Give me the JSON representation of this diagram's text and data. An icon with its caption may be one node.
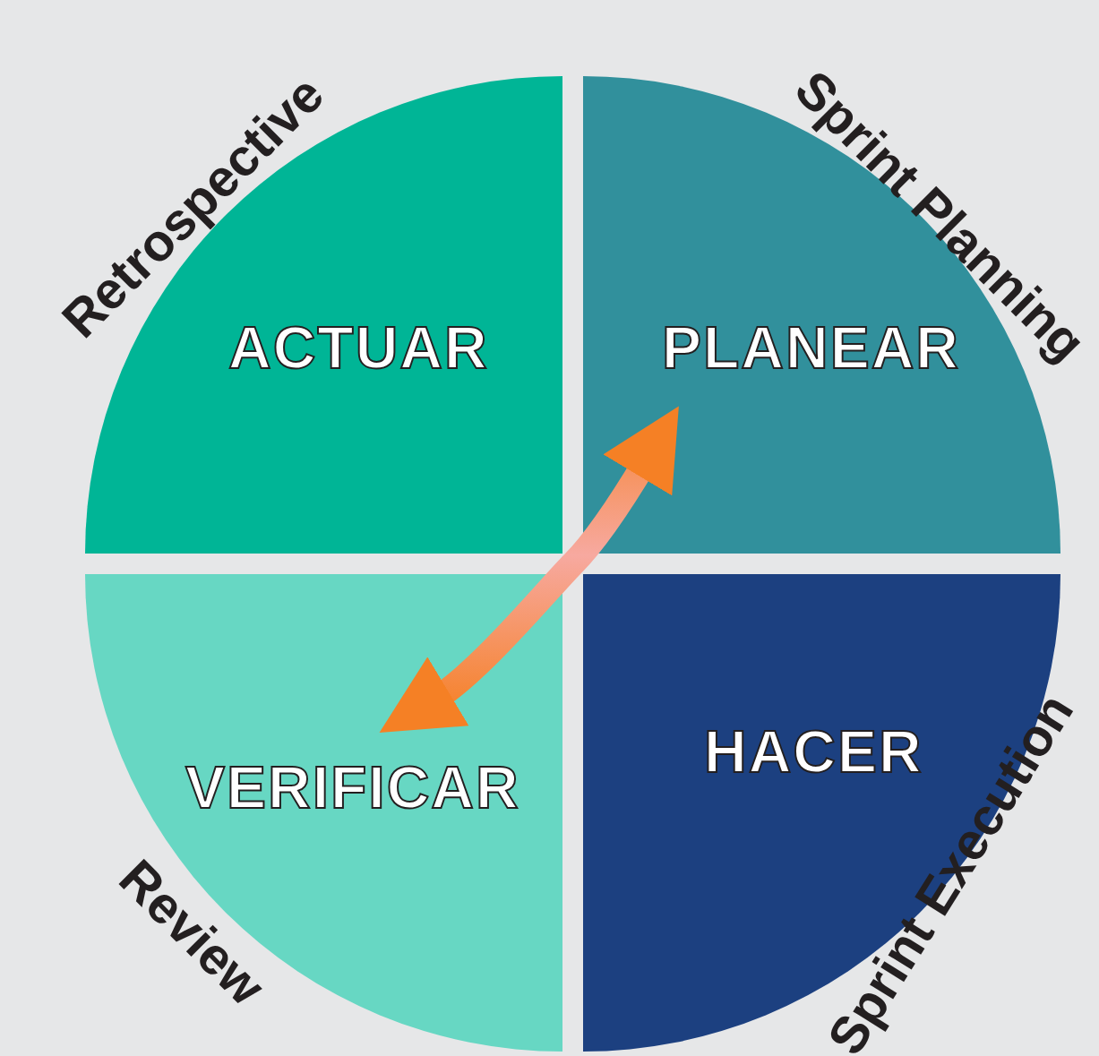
{
  "diagram": {
    "nodes": [
      {
        "text": [
          "ACTUAR",
          "Retrospective"
        ]
      },
      {
        "text": [
          "PLANEAR",
          "Sprint Planning"
        ]
      },
      {
        "text": [
          "VERIFICAR",
          "Review"
        ]
      },
      {
        "text": [
          "HACER",
          "Sprint Execution"
        ]
      }
    ],
    "edges": [
      {
        "from": 2,
        "to": 1,
        "arrow": "both"
      }
    ]
  }
}
